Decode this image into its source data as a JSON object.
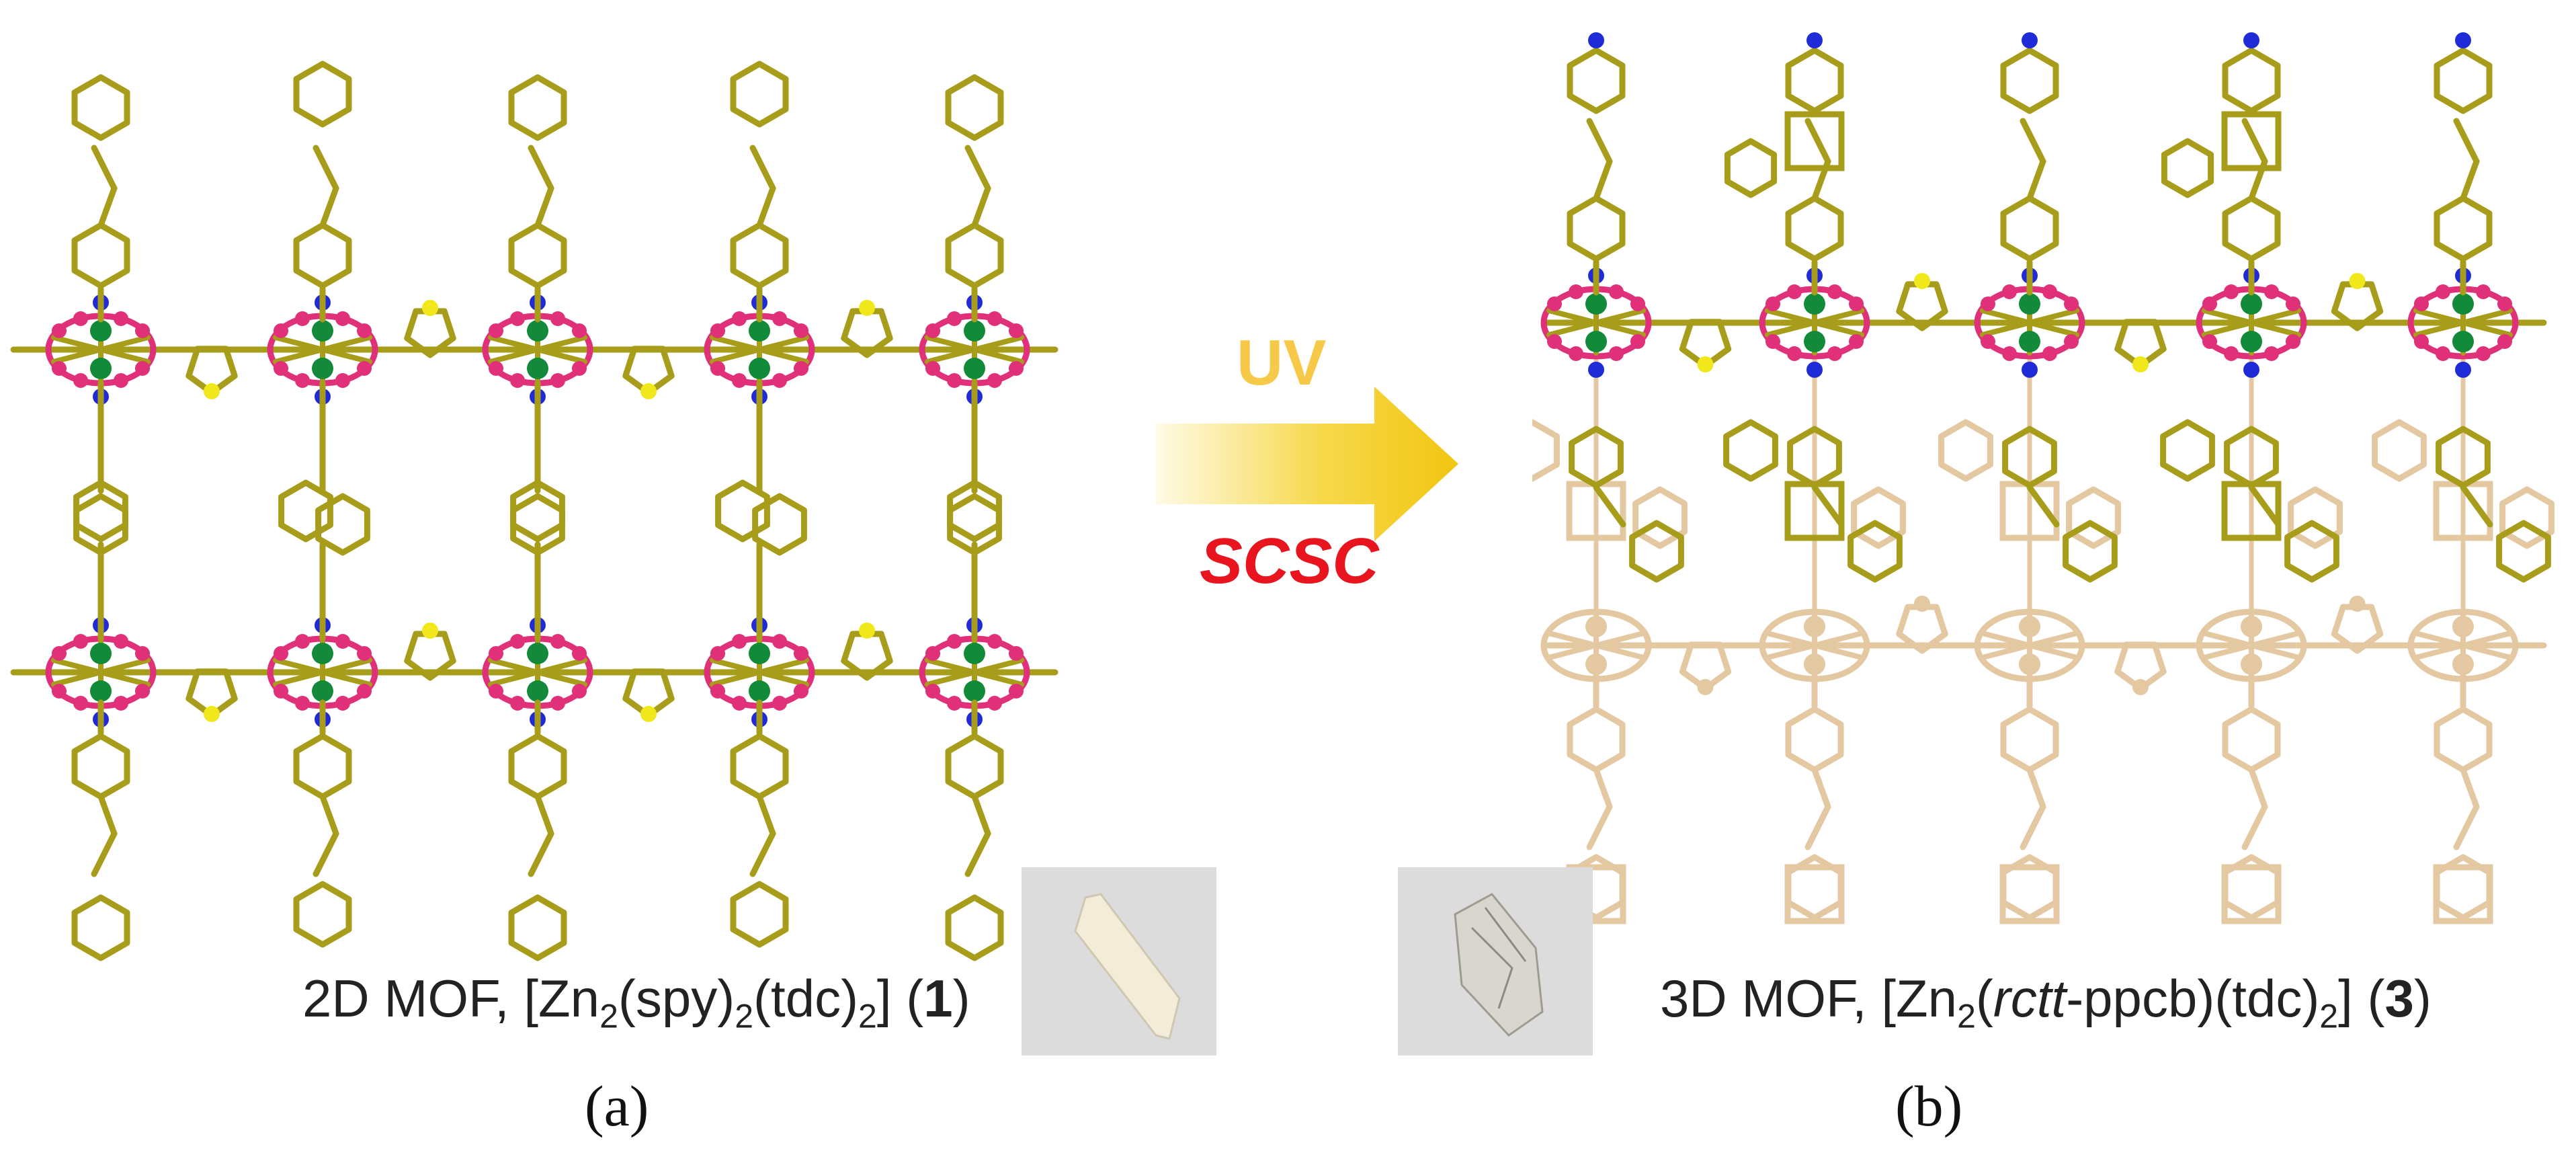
{
  "panel_a": {
    "caption": {
      "prefix": "2D MOF, [Zn",
      "sub1": "2",
      "mid1": "(spy)",
      "sub2": "2",
      "mid2": "(tdc)",
      "sub3": "2",
      "mid3": "] (",
      "num": "1",
      "suffix": ")"
    },
    "letter": "(a)"
  },
  "panel_b": {
    "caption": {
      "prefix": "3D MOF, [Zn",
      "sub1": "2",
      "mid1": "(",
      "ital": "rctt",
      "mid2": "-ppcb)(tdc)",
      "sub2": "2",
      "mid3": "] (",
      "num": "3",
      "suffix": ")"
    },
    "letter": "(b)"
  },
  "arrow": {
    "top_label": "UV",
    "bottom_label": "SCSC"
  },
  "colors": {
    "bond_olive": "#a79d1a",
    "bond_tan": "#e3c8a1",
    "zinc_green": "#138a3a",
    "oxygen_pink": "#e0307a",
    "nitrogen_blue": "#1f2bd6",
    "sulfur_yellow": "#f0e81a",
    "arrow_gold": "#f2c510",
    "uv_label": "#f7c948",
    "scsc_label": "#e8141e"
  }
}
